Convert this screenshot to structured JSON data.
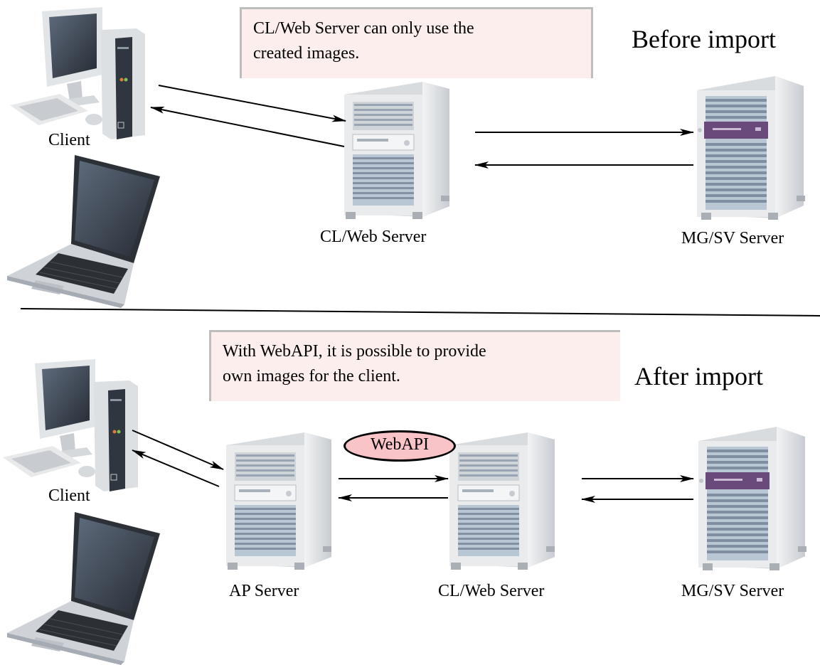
{
  "before": {
    "title": "Before import",
    "note_lines": [
      "CL/Web Server can only use the",
      "created images."
    ],
    "client_label": "Client",
    "clweb_label": "CL/Web Server",
    "mgsv_label": "MG/SV Server"
  },
  "after": {
    "title": "After import",
    "note_lines": [
      "With WebAPI, it is possible to provide",
      "own images for the client."
    ],
    "client_label": "Client",
    "ap_label": "AP Server",
    "webapi_label": "WebAPI",
    "clweb_label": "CL/Web Server",
    "mgsv_label": "MG/SV Server"
  },
  "colors": {
    "note_bg": "#fdeeee",
    "note_border": "#bdbdbd",
    "oval_fill": "#f9c4c8",
    "server_body": "#e4e6e8",
    "server_shade": "#c9cdd2",
    "vent_dark": "#8e9aa8",
    "vent_light": "#b8c5d2",
    "mgsv_panel": "#6a4a7a",
    "monitor_screen": "#3d4654",
    "laptop_keys": "#2c2f33"
  },
  "icons": [
    "desktop-pc-icon",
    "laptop-icon",
    "tower-server-icon",
    "arrow-icon"
  ]
}
